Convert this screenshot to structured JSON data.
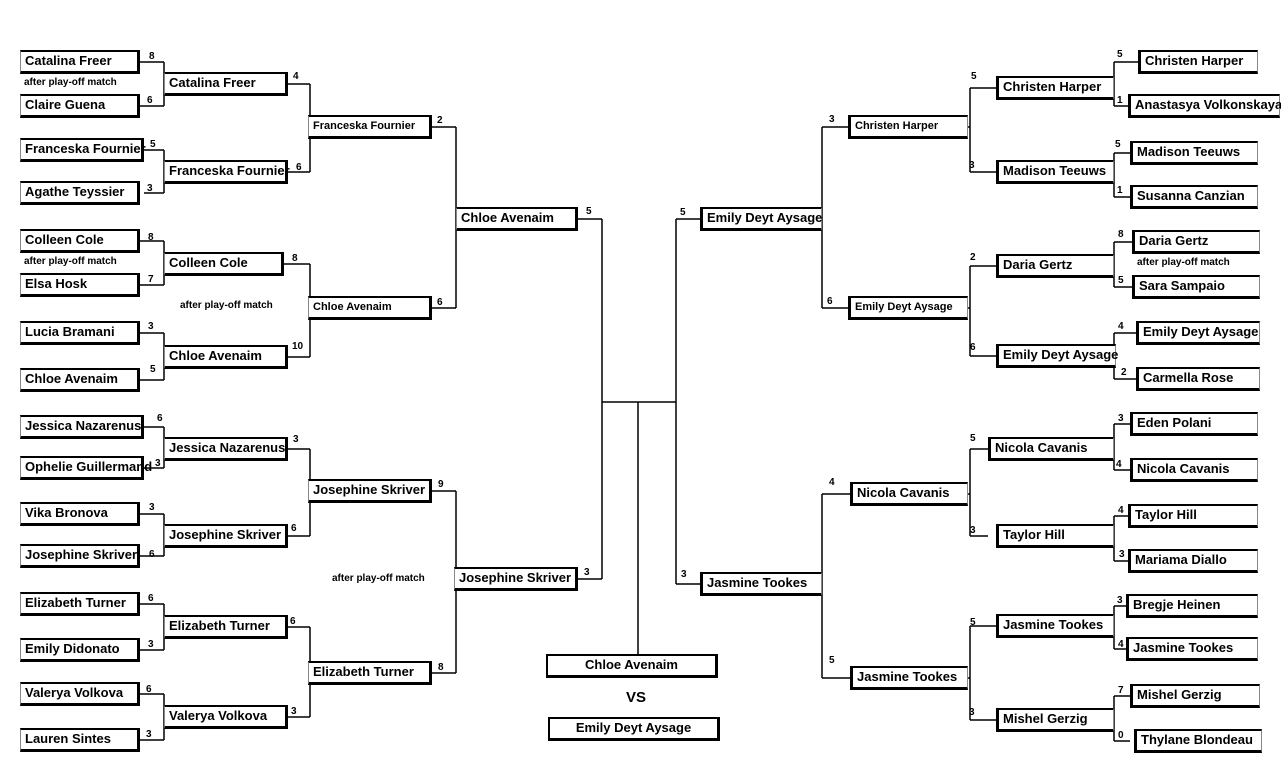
{
  "players": {
    "p1": "Catalina Freer",
    "p2": "Claire Guena",
    "p3": "Franceska Fournier",
    "p4": "Agathe Teyssier",
    "p5": "Colleen Cole",
    "p6": "Elsa Hosk",
    "p7": "Lucia Bramani",
    "p8": "Chloe Avenaim",
    "p9": "Jessica Nazarenus",
    "p10": "Ophelie Guillermand",
    "p11": "Vika Bronova",
    "p12": "Josephine Skriver",
    "p13": "Elizabeth Turner",
    "p14": "Emily Didonato",
    "p15": "Valerya Volkova",
    "p16": "Lauren Sintes",
    "p17": "Christen Harper",
    "p18": "Anastasya Volkonskaya",
    "p19": "Madison Teeuws",
    "p20": "Susanna Canzian",
    "p21": "Daria Gertz",
    "p22": "Sara Sampaio",
    "p23": "Emily Deyt Aysage",
    "p24": "Carmella Rose",
    "p25": "Eden Polani",
    "p26": "Nicola Cavanis",
    "p27": "Taylor Hill",
    "p28": "Mariama Diallo",
    "p29": "Bregje Heinen",
    "p30": "Jasmine Tookes",
    "p31": "Mishel Gerzig",
    "p32": "Thylane Blondeau"
  },
  "notes": {
    "playoff": "after play-off match"
  },
  "final": {
    "left": "Chloe Avenaim",
    "vs": "VS",
    "right": "Emily Deyt Aysage"
  },
  "boxes": [
    {
      "id": "b1",
      "n": "p1"
    },
    {
      "id": "b2",
      "n": "p2"
    },
    {
      "id": "b3",
      "n": "p3"
    },
    {
      "id": "b4",
      "n": "p4"
    },
    {
      "id": "b5",
      "n": "p5"
    },
    {
      "id": "b6",
      "n": "p6"
    },
    {
      "id": "b7",
      "n": "p7"
    },
    {
      "id": "b8",
      "n": "p8"
    },
    {
      "id": "b9",
      "n": "p9"
    },
    {
      "id": "b10",
      "n": "p10"
    },
    {
      "id": "b11",
      "n": "p11"
    },
    {
      "id": "b12",
      "n": "p12"
    },
    {
      "id": "b13",
      "n": "p13"
    },
    {
      "id": "b14",
      "n": "p14"
    },
    {
      "id": "b15",
      "n": "p15"
    },
    {
      "id": "b16",
      "n": "p16"
    },
    {
      "id": "l2a",
      "n": "p1"
    },
    {
      "id": "l2b",
      "n": "p3"
    },
    {
      "id": "l2c",
      "n": "p5"
    },
    {
      "id": "l2d",
      "n": "p8"
    },
    {
      "id": "l2e",
      "n": "p9"
    },
    {
      "id": "l2f",
      "n": "p12"
    },
    {
      "id": "l2g",
      "n": "p13"
    },
    {
      "id": "l2h",
      "n": "p15"
    },
    {
      "id": "l3a",
      "n": "p3"
    },
    {
      "id": "l3b",
      "n": "p8"
    },
    {
      "id": "l3c",
      "n": "p12"
    },
    {
      "id": "l3d",
      "n": "p13"
    },
    {
      "id": "l4a",
      "n": "p8"
    },
    {
      "id": "l4b",
      "n": "p12"
    },
    {
      "id": "r1",
      "n": "p17"
    },
    {
      "id": "r2",
      "n": "p18"
    },
    {
      "id": "r3",
      "n": "p19"
    },
    {
      "id": "r4",
      "n": "p20"
    },
    {
      "id": "r5",
      "n": "p21"
    },
    {
      "id": "r6",
      "n": "p22"
    },
    {
      "id": "r7",
      "n": "p23"
    },
    {
      "id": "r8",
      "n": "p24"
    },
    {
      "id": "r9",
      "n": "p25"
    },
    {
      "id": "r10",
      "n": "p26"
    },
    {
      "id": "r11",
      "n": "p27"
    },
    {
      "id": "r12",
      "n": "p28"
    },
    {
      "id": "r13",
      "n": "p29"
    },
    {
      "id": "r14",
      "n": "p30"
    },
    {
      "id": "r15",
      "n": "p31"
    },
    {
      "id": "r16",
      "n": "p32"
    },
    {
      "id": "r2a",
      "n": "p17"
    },
    {
      "id": "r2b",
      "n": "p19"
    },
    {
      "id": "r2c",
      "n": "p21"
    },
    {
      "id": "r2d",
      "n": "p23"
    },
    {
      "id": "r2e",
      "n": "p26"
    },
    {
      "id": "r2f",
      "n": "p27"
    },
    {
      "id": "r2g",
      "n": "p30"
    },
    {
      "id": "r2h",
      "n": "p31"
    },
    {
      "id": "r3a",
      "n": "p17"
    },
    {
      "id": "r3b",
      "n": "p23"
    },
    {
      "id": "r3c",
      "n": "p26"
    },
    {
      "id": "r3d",
      "n": "p30"
    },
    {
      "id": "r4a",
      "n": "p23"
    },
    {
      "id": "r4b",
      "n": "p30"
    }
  ],
  "scores": {
    "b1": "8",
    "b2": "6",
    "b3": "5",
    "b4": "3",
    "b5": "8",
    "b6": "7",
    "b7": "3",
    "b8": "5",
    "b9": "6",
    "b10": "3",
    "b11": "3",
    "b12": "6",
    "b13": "6",
    "b14": "3",
    "b15": "6",
    "b16": "3",
    "l2a": "4",
    "l2b": "6",
    "l2c": "8",
    "l2d": "10",
    "l2e": "3",
    "l2f": "6",
    "l2g": "6",
    "l2h": "3",
    "l3a": "2",
    "l3b": "6",
    "l3c": "9",
    "l3d": "8",
    "l4a": "5",
    "l4b": "3",
    "r1": "5",
    "r2": "1",
    "r3": "5",
    "r4": "1",
    "r5": "8",
    "r6": "5",
    "r7": "4",
    "r8": "2",
    "r9": "3",
    "r10": "4",
    "r11": "4",
    "r12": "3",
    "r13": "3",
    "r14": "4",
    "r15": "7",
    "r16": "0",
    "r2a": "5",
    "r2b": "3",
    "r2c": "2",
    "r2d": "6",
    "r2e": "5",
    "r2f": "3",
    "r2g": "5",
    "r2h": "3",
    "r3a": "3",
    "r3b": "6",
    "r3c": "4",
    "r3d": "5",
    "r4a": "5",
    "r4b": "3"
  }
}
